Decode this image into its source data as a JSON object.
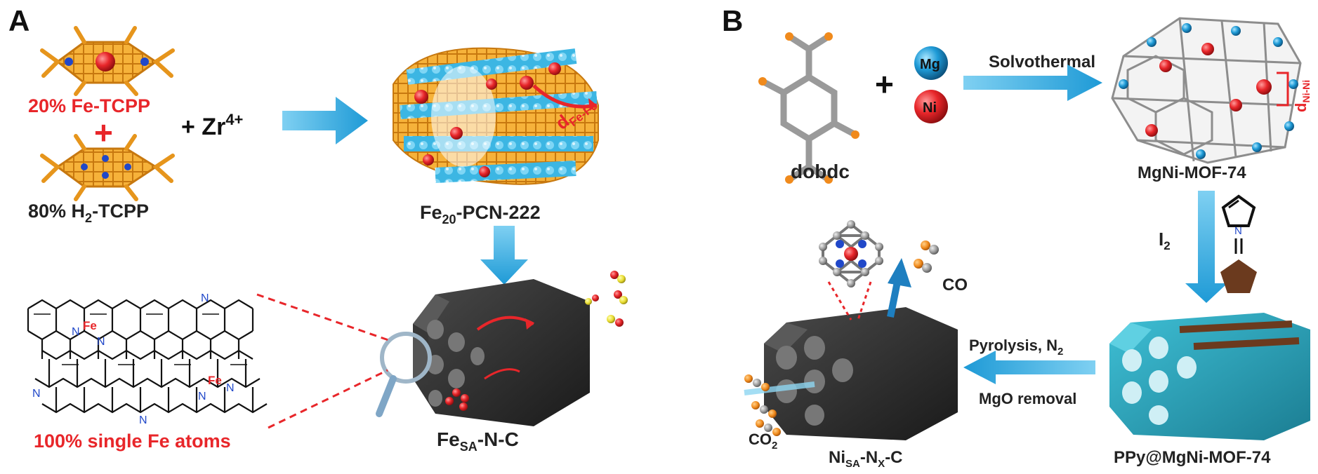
{
  "panel_a": {
    "letter": "A",
    "fe_tcpp": "20% Fe-TCPP",
    "plus_red": "+",
    "h2_tcpp": {
      "pre": "80% H",
      "sub": "2",
      "post": "-TCPP"
    },
    "zr": {
      "pre": "+ Zr",
      "sup": "4+"
    },
    "pcn": {
      "pre": "Fe",
      "sub": "20",
      "post": "-PCN-222"
    },
    "d_fefe": {
      "pre": "d",
      "sub": "Fe-Fe"
    },
    "single_atoms": "100% single Fe atoms",
    "fesa": {
      "pre": "Fe",
      "sub": "SA",
      "post": "-N-C"
    },
    "fe_atom_label": "Fe",
    "n_atom_label": "N"
  },
  "panel_b": {
    "letter": "B",
    "dobdc": "dobdc",
    "plus": "+",
    "mg": "Mg",
    "ni": "Ni",
    "solvothermal": "Solvothermal",
    "mof": "MgNi-MOF-74",
    "d_nini": {
      "pre": "d",
      "sub": "Ni-Ni"
    },
    "i2": {
      "pre": "I",
      "sub": "2"
    },
    "ppy_mof": "PPy@MgNi-MOF-74",
    "pyrolysis": {
      "pre": "Pyrolysis, N",
      "sub": "2"
    },
    "mgo": "MgO removal",
    "nisa": {
      "pre": "Ni",
      "sub1": "SA",
      "mid": "-N",
      "sub2": "X",
      "post": "-C"
    },
    "co": "CO",
    "co2": {
      "pre": "CO",
      "sub": "2"
    },
    "n_label": "N"
  },
  "colors": {
    "red": "#e8262a",
    "blue_arrow": "#29a9e1",
    "orange": "#f4a020",
    "dark_block": "#2d2d2d",
    "teal": "#2a9fb5",
    "grey_bond": "#9a9a9a",
    "ppy_brown": "#6b3a1e"
  }
}
